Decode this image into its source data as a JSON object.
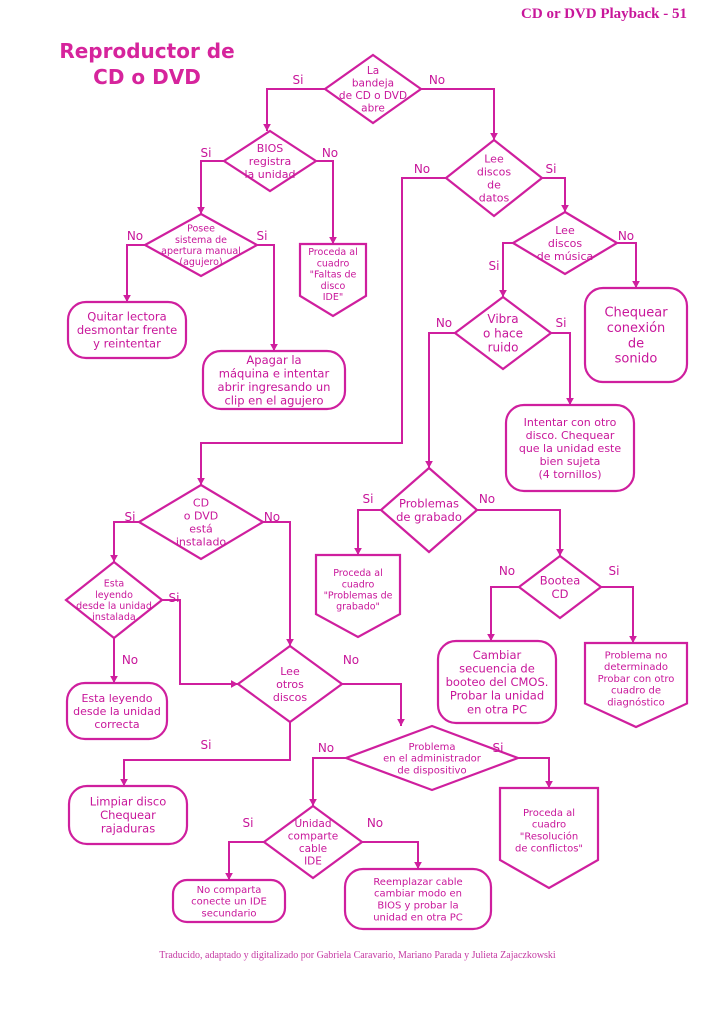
{
  "header": "CD or DVD Playback - 51",
  "title_lines": [
    "Reproductor de",
    "CD o DVD"
  ],
  "footer": "Traducido, adaptado y digitalizado por Gabriela Caravario, Mariano Parada y Julieta Zajaczkowski",
  "nodes": {
    "bandeja": [
      "La",
      "bandeja",
      "de CD o DVD",
      "abre"
    ],
    "bios": [
      "BIOS",
      "registra",
      "la unidad"
    ],
    "lee_datos": [
      "Lee",
      "discos",
      "de",
      "datos"
    ],
    "posee": [
      "Posee",
      "sistema de",
      "apertura manual",
      "(agujero)"
    ],
    "faltas_ide": [
      "Proceda al",
      "cuadro",
      "\"Faltas de",
      "disco",
      "IDE\""
    ],
    "lee_musica": [
      "Lee",
      "discos",
      "de música"
    ],
    "quitar": [
      "Quitar lectora",
      "desmontar frente",
      "y reintentar"
    ],
    "apagar": [
      "Apagar la",
      "máquina e intentar",
      "abrir ingresando un",
      "clip en el agujero"
    ],
    "vibra": [
      "Vibra",
      "o hace",
      "ruido"
    ],
    "chequear_sonido": [
      "Chequear",
      "conexión",
      "de",
      "sonido"
    ],
    "intentar_otro": [
      "Intentar con otro",
      "disco. Chequear",
      "que la unidad este",
      "bien sujeta",
      "(4 tornillos)"
    ],
    "cd_instalado": [
      "CD",
      "o DVD",
      "está",
      "instalado"
    ],
    "problemas_grabado": [
      "Problemas",
      "de grabado"
    ],
    "esta_leyendo": [
      "Esta",
      "leyendo",
      "desde la unidad",
      "instalada"
    ],
    "proceda_grabado": [
      "Proceda al",
      "cuadro",
      "\"Problemas de",
      "grabado\""
    ],
    "bootea": [
      "Bootea",
      "CD"
    ],
    "cambiar_secuencia": [
      "Cambiar",
      "secuencia de",
      "booteo del CMOS.",
      "Probar la unidad",
      "en otra PC"
    ],
    "problema_no_det": [
      "Problema no",
      "determinado",
      "Probar con otro",
      "cuadro de",
      "diagnóstico"
    ],
    "lee_otros": [
      "Lee",
      "otros",
      "discos"
    ],
    "unidad_correcta": [
      "Esta leyendo",
      "desde la unidad",
      "correcta"
    ],
    "admin_disp": [
      "Problema",
      "en el administrador",
      "de dispositivo"
    ],
    "limpiar": [
      "Limpiar disco",
      "Chequear",
      "rajaduras"
    ],
    "resolucion": [
      "Proceda al",
      "cuadro",
      "\"Resolución",
      "de conflictos\""
    ],
    "unidad_comparte": [
      "Unidad",
      "comparte",
      "cable",
      "IDE"
    ],
    "no_comparta": [
      "No comparta",
      "conecte un IDE",
      "secundario"
    ],
    "reemplazar": [
      "Reemplazar cable",
      "cambiar modo en",
      "BIOS y probar la",
      "unidad en otra PC"
    ]
  },
  "answers": {
    "yes": "Si",
    "no": "No"
  },
  "colors": {
    "ink": "#cf1f9e",
    "title": "#d6249c"
  }
}
